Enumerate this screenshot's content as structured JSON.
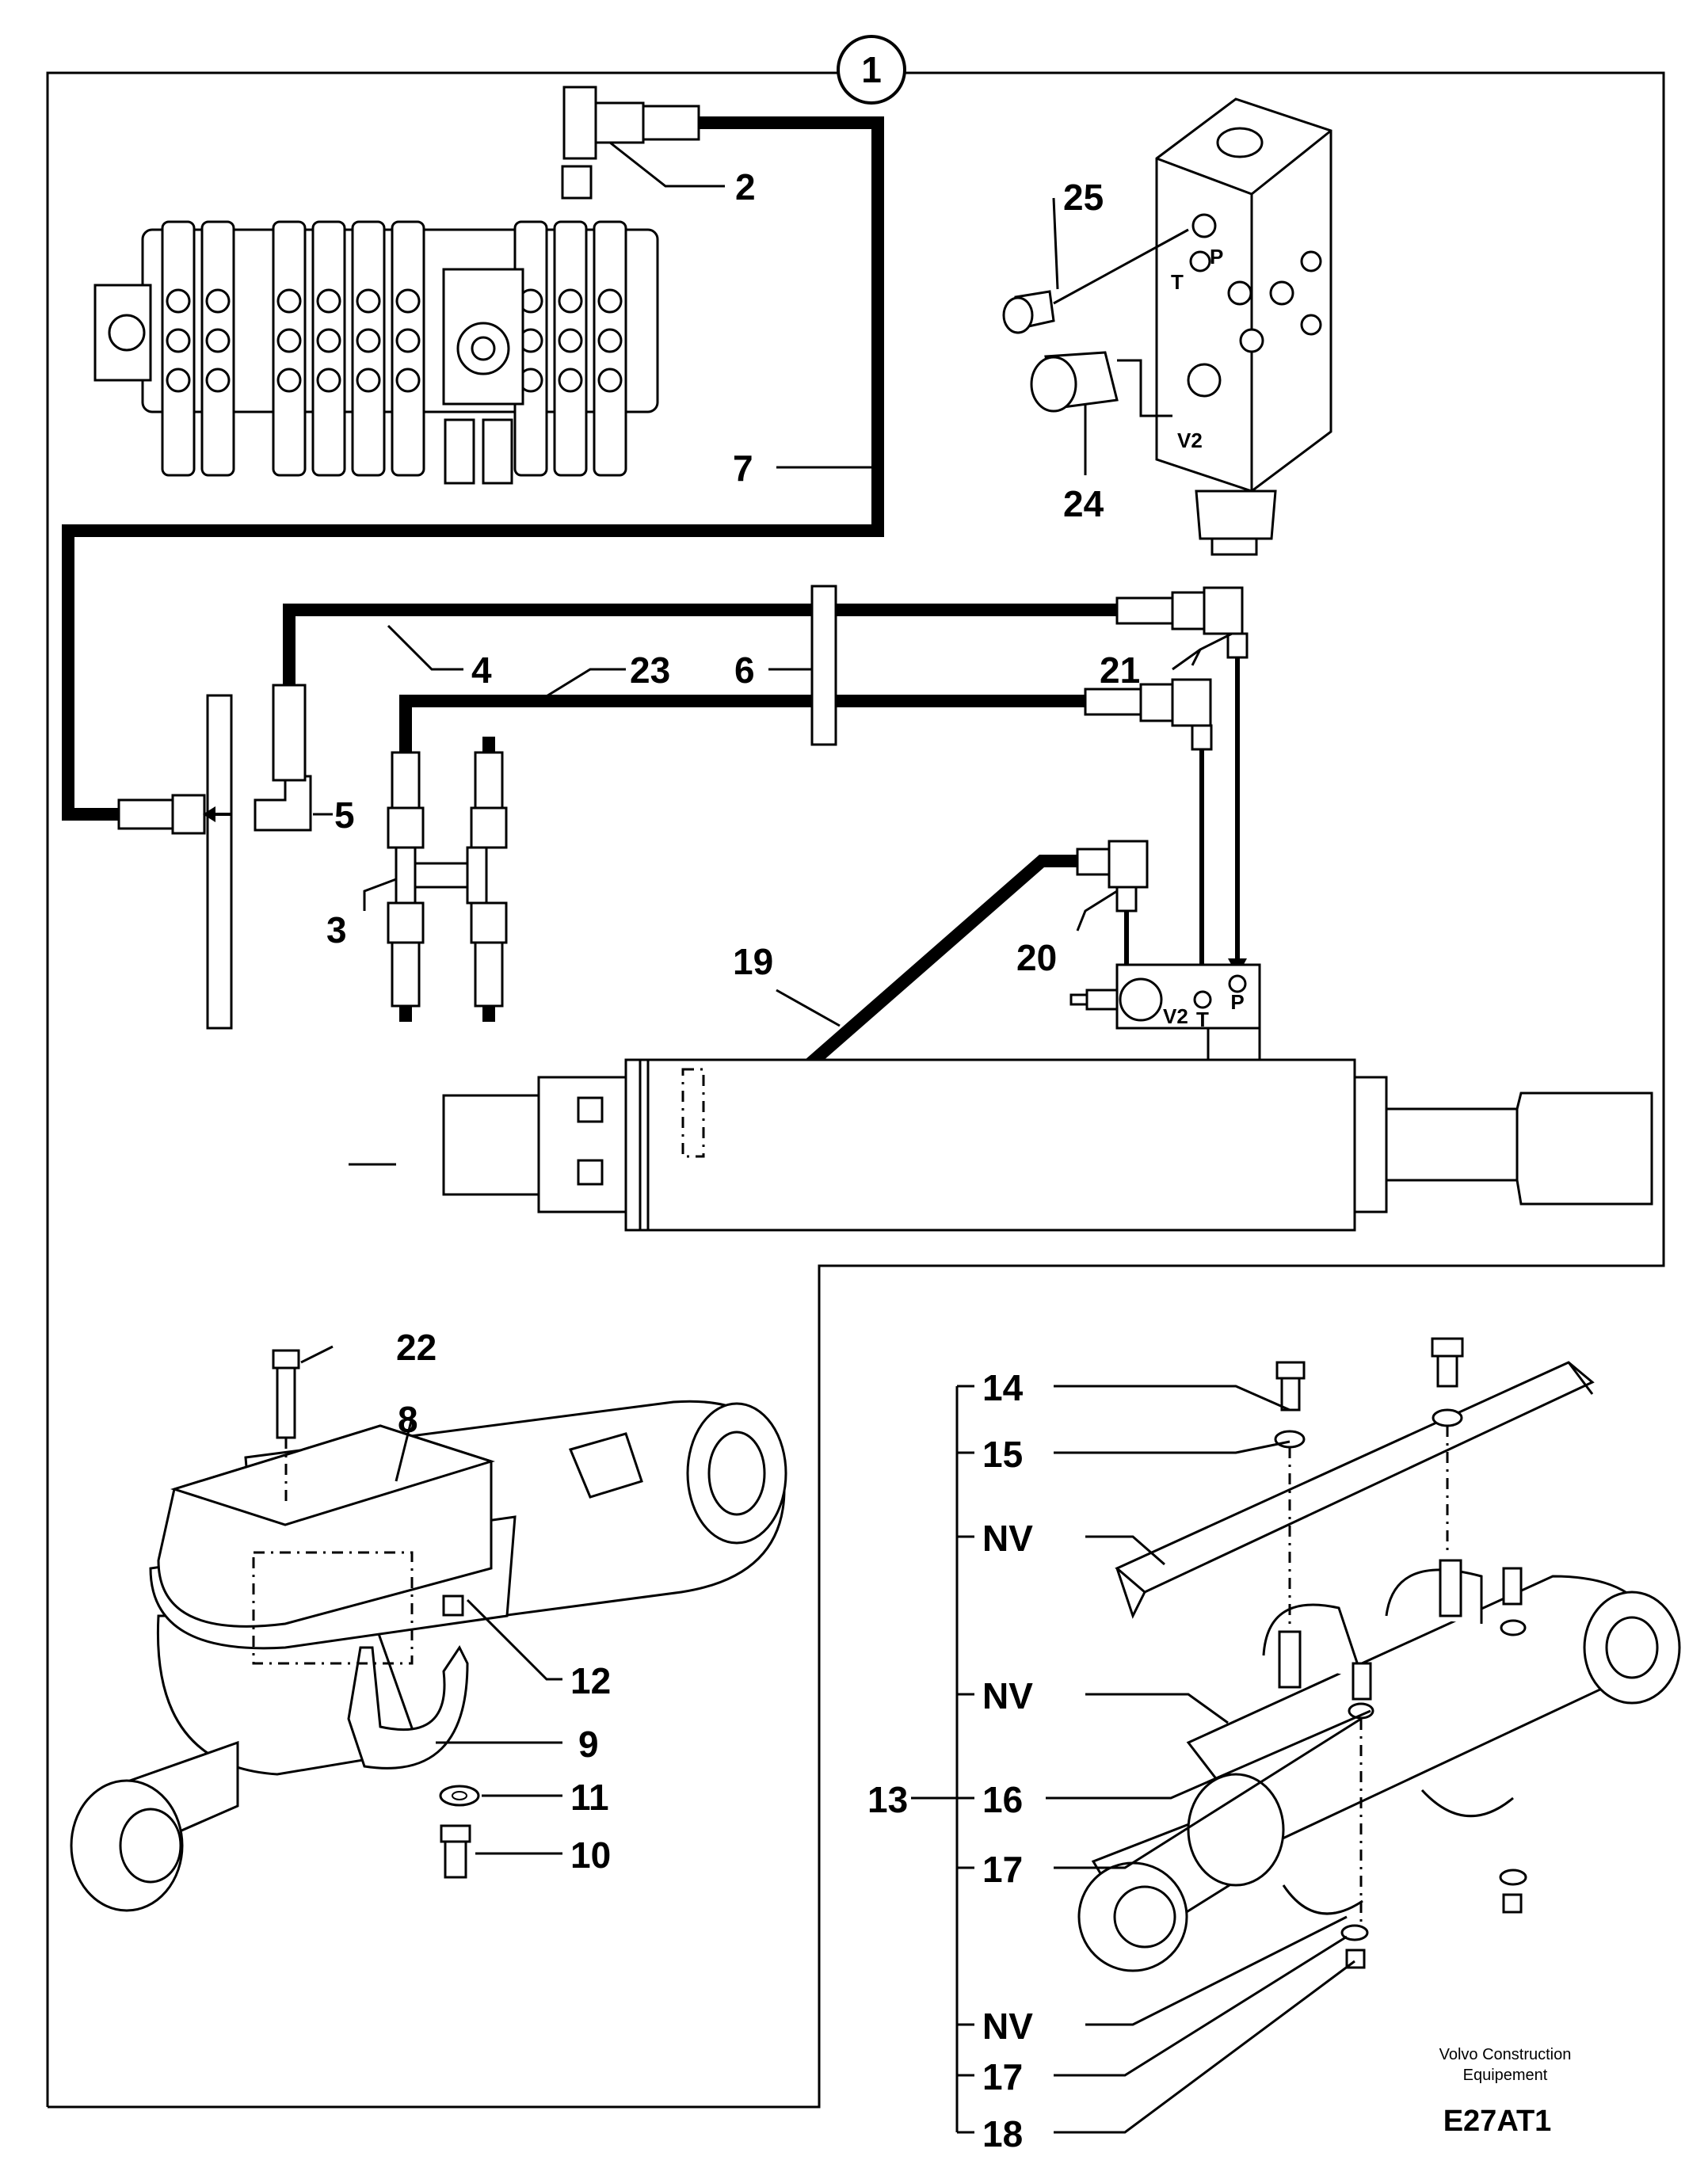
{
  "diagram": {
    "callout": "1",
    "labels": {
      "l2": "2",
      "l3": "3",
      "l4": "4",
      "l5": "5",
      "l6": "6",
      "l7": "7",
      "l8": "8",
      "l9": "9",
      "l10": "10",
      "l11": "11",
      "l12": "12",
      "l13": "13",
      "l14": "14",
      "l15": "15",
      "l16": "16",
      "l17a": "17",
      "l17b": "17",
      "l18": "18",
      "l19": "19",
      "l20": "20",
      "l21": "21",
      "l22": "22",
      "l23": "23",
      "l24": "24",
      "l25": "25",
      "nv1": "NV",
      "nv2": "NV",
      "nv3": "NV"
    },
    "ports": {
      "p_block": "P",
      "t_block": "T",
      "v2_block": "V2",
      "p_valve": "P",
      "t_valve": "T",
      "v2_valve": "V2"
    },
    "footer": {
      "manufacturer_line1": "Volvo Construction",
      "manufacturer_line2": "Equipement",
      "drawing_code": "E27AT1"
    }
  }
}
